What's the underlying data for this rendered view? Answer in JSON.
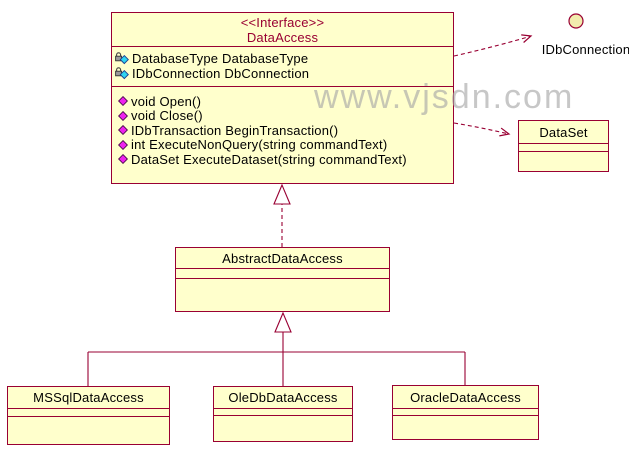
{
  "watermark": "www.vjsdn.com",
  "colors": {
    "line": "#990033",
    "node_fill": "#FFFFCC",
    "interface_title": "#990033",
    "text": "#000000",
    "attribute_icon": "#2FD4F0",
    "method_icon": "#EE22EE",
    "watermark": "#D0D0D0"
  },
  "interface": {
    "stereotype": "<<Interface>>",
    "name": "DataAccess",
    "attributes": [
      "DatabaseType DatabaseType",
      "IDbConnection DbConnection"
    ],
    "methods": [
      "void Open()",
      "void Close()",
      "IDbTransaction BeginTransaction()",
      "int ExecuteNonQuery(string commandText)",
      "DataSet ExecuteDataset(string commandText)"
    ]
  },
  "lollipop": {
    "label": "IDbConnection"
  },
  "classes": {
    "dataset": {
      "name": "DataSet"
    },
    "abstract": {
      "name": "AbstractDataAccess"
    },
    "mssql": {
      "name": "MSSqlDataAccess"
    },
    "oledb": {
      "name": "OleDbDataAccess"
    },
    "oracle": {
      "name": "OracleDataAccess"
    }
  },
  "relations": {
    "realization": "AbstractDataAccess ..|> DataAccess",
    "generalization": "MSSqlDataAccess / OleDbDataAccess / OracleDataAccess --|> AbstractDataAccess",
    "dependency_idbconnection": "DataAccess ..> IDbConnection",
    "dependency_dataset": "DataAccess ..> DataSet"
  }
}
